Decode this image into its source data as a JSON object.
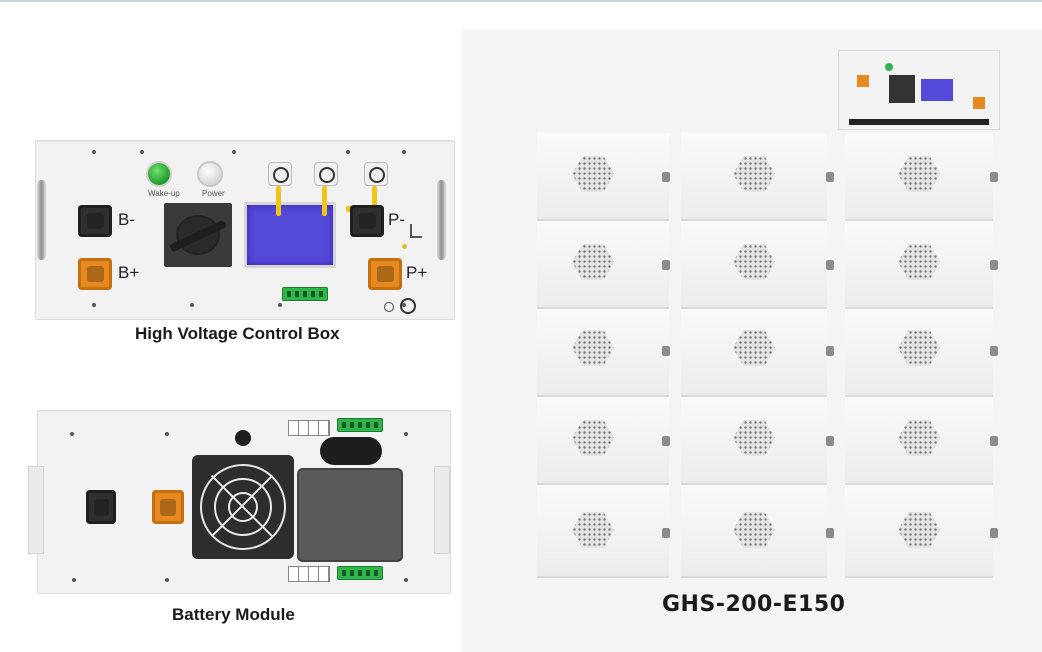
{
  "control_box": {
    "caption": "High Voltage Control Box",
    "terminal_b_minus": "B-",
    "terminal_b_plus": "B+",
    "terminal_p_minus": "P-",
    "terminal_p_plus": "P+",
    "wake_up_label": "Wake-up",
    "power_label": "Power"
  },
  "battery_module": {
    "caption": "Battery Module"
  },
  "stack": {
    "model": "GHS-200-E150"
  },
  "colors": {
    "lcd": "#5449d8",
    "orange_connector": "#e68a1f",
    "terminal_green": "#2fb54a",
    "wake_up_button": "#1f9a2d"
  }
}
